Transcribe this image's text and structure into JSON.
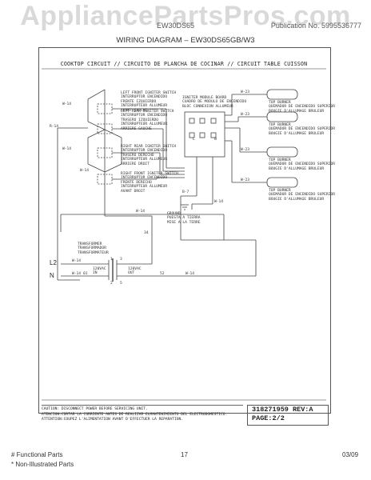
{
  "watermark": "AppliancePartsPros.com",
  "header": {
    "left": "EW30DS65",
    "right": "Publication No. 5995536777",
    "title": "WIRING DIAGRAM – EW30DS65GB/W3"
  },
  "diagram": {
    "title": "COOKTOP CIRCUIT // CIRCUITO DE PLANCHA DE COCINAR // CIRCUIT TABLE CUISSON",
    "switches": [
      "LEFT FRONT IGNITER SWITCH\nINTERRUPTOR ENCENDIDO\nFRENTE IZQUIERDO\nINTERRUPTEUR ALLUMEUR\nAVANT GAUCHE",
      "LEFT REAR IGNITER SWITCH\nINTERRUPTOR ENCENDIDO\nTRASERO IZQUIERDO\nINTERRUPTEUR ALLUMEUR\nARRIERE GAUCHE",
      "RIGHT REAR IGNITER SWITCH\nINTERRUPTOR ENCENDIDO\nTRASERO DERECHO\nINTERRUPTEUR ALLUMEUR\nARRIERE DROIT",
      "RIGHT FRONT IGNITER SWITCH\nINTERRUPTOR ENCENDIDO\nFRENTE DERECHO\nINTERRUPTEUR ALLUMEUR\nAVANT DROIT"
    ],
    "module": "IGNITER MODULE BOARD\nCUADRO DE MODULO DE ENCENDIDO\nBLOC CONNEXION ALLUMEUR",
    "burners": [
      "TOP BURNER\nQUEMADOR DE ENCENDIDO SUPERIOR\nBOUGIE D'ALLUMAGE BRULEUR",
      "TOP BURNER\nQUEMADOR DE ENCENDIDO SUPERIOR\nBOUGIE D'ALLUMAGE BRULEUR",
      "TOP BURNER\nQUEMADOR DE ENCENDIDO SUPERIOR\nBOUGIE D'ALLUMAGE BRULEUR",
      "TOP BURNER\nQUEMADOR DE ENCENDIDO SUPERIOR\nBOUGIE D'ALLUMAGE BRULEUR"
    ],
    "ground": "GROUND\nPUESTA A TIERRA\nMISE A LA TERRE",
    "transformer": "TRANSFORMER\nTRANSFORMADOR\nTRANSFORMATEUR",
    "volt_in": "120VAC\nIN",
    "volt_out": "120VAC\nOUT",
    "wire_labels": {
      "w14": "W-14",
      "r14": "R-14",
      "w23": "W-23",
      "b7": "B-7",
      "n34": "34",
      "n01": "01",
      "n52": "52",
      "n1": "1",
      "n3": "3",
      "n2": "2",
      "n5": "5",
      "L": "L",
      "N": "N"
    },
    "L2": "L2",
    "N": "N"
  },
  "caution": "CAUTION: DISCONNECT POWER BEFORE SERVICING UNIT.\nATENCION:CORTAR LA CORRIENTE ANTES DE REALIZAR ELMANTENIMIENTO DEL ELECTRODOMESTICO.\nATTENTION:COUPEZ L'ALIMENTATION AVANT D'EFFECTUER LA REPARATION.",
  "doc": {
    "number": "318271959 REV:A",
    "page": "PAGE:2/2"
  },
  "footer": {
    "legend1": "# Functional Parts",
    "legend2": "* Non-Illustrated Parts",
    "page": "17",
    "date": "03/09"
  }
}
